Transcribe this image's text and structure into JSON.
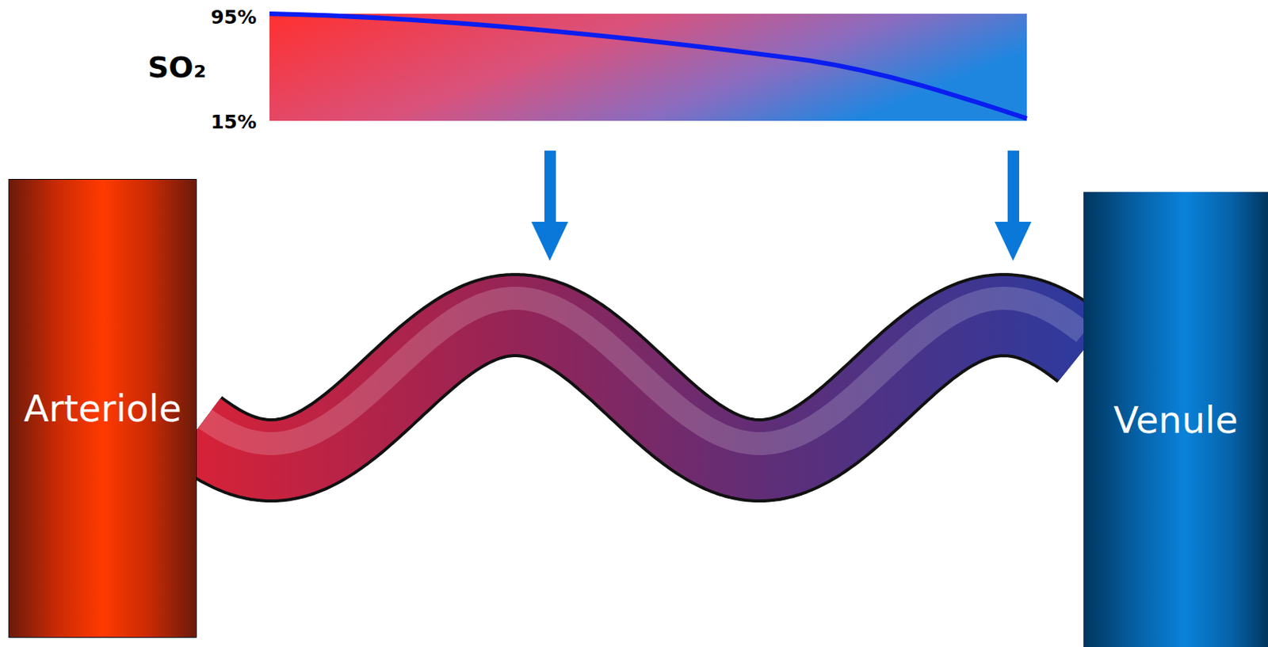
{
  "diagram": {
    "nodes": [
      {
        "text": [
          "Arteriole"
        ]
      },
      {
        "text": [
          "Venule"
        ]
      }
    ],
    "edges": [
      {
        "from": 0,
        "to": 1,
        "arrow": "none"
      }
    ],
    "labels": [
      "95%",
      "SO₂",
      "15%"
    ]
  }
}
